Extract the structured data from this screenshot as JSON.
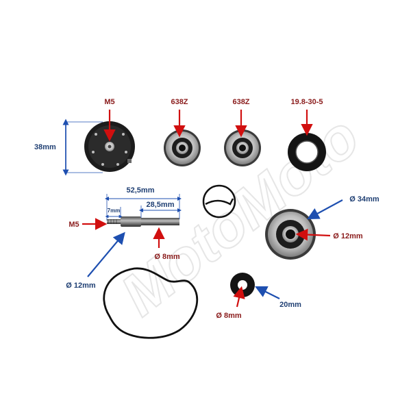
{
  "watermark": "MotoMoto",
  "labels": {
    "impeller_thread": "M5",
    "impeller_height": "38mm",
    "bearing_1": "638Z",
    "bearing_2": "638Z",
    "oil_seal": "19.8-30-5",
    "shaft_total_length": "52,5mm",
    "shaft_thread_length": "7mm",
    "shaft_body_length": "28,5mm",
    "shaft_thread": "M5",
    "shaft_diameter_small": "Ø 8mm",
    "shaft_diameter_large": "Ø 12mm",
    "seal_outer_diameter": "Ø 34mm",
    "seal_inner_diameter": "Ø 12mm",
    "washer_inner_diameter": "Ø 8mm",
    "washer_outer_diameter": "20mm"
  },
  "colors": {
    "red_arrow": "#d10f0f",
    "blue_arrow": "#1e4fb0",
    "red_text": "#8a1b1b",
    "blue_text": "#1f3f73"
  }
}
